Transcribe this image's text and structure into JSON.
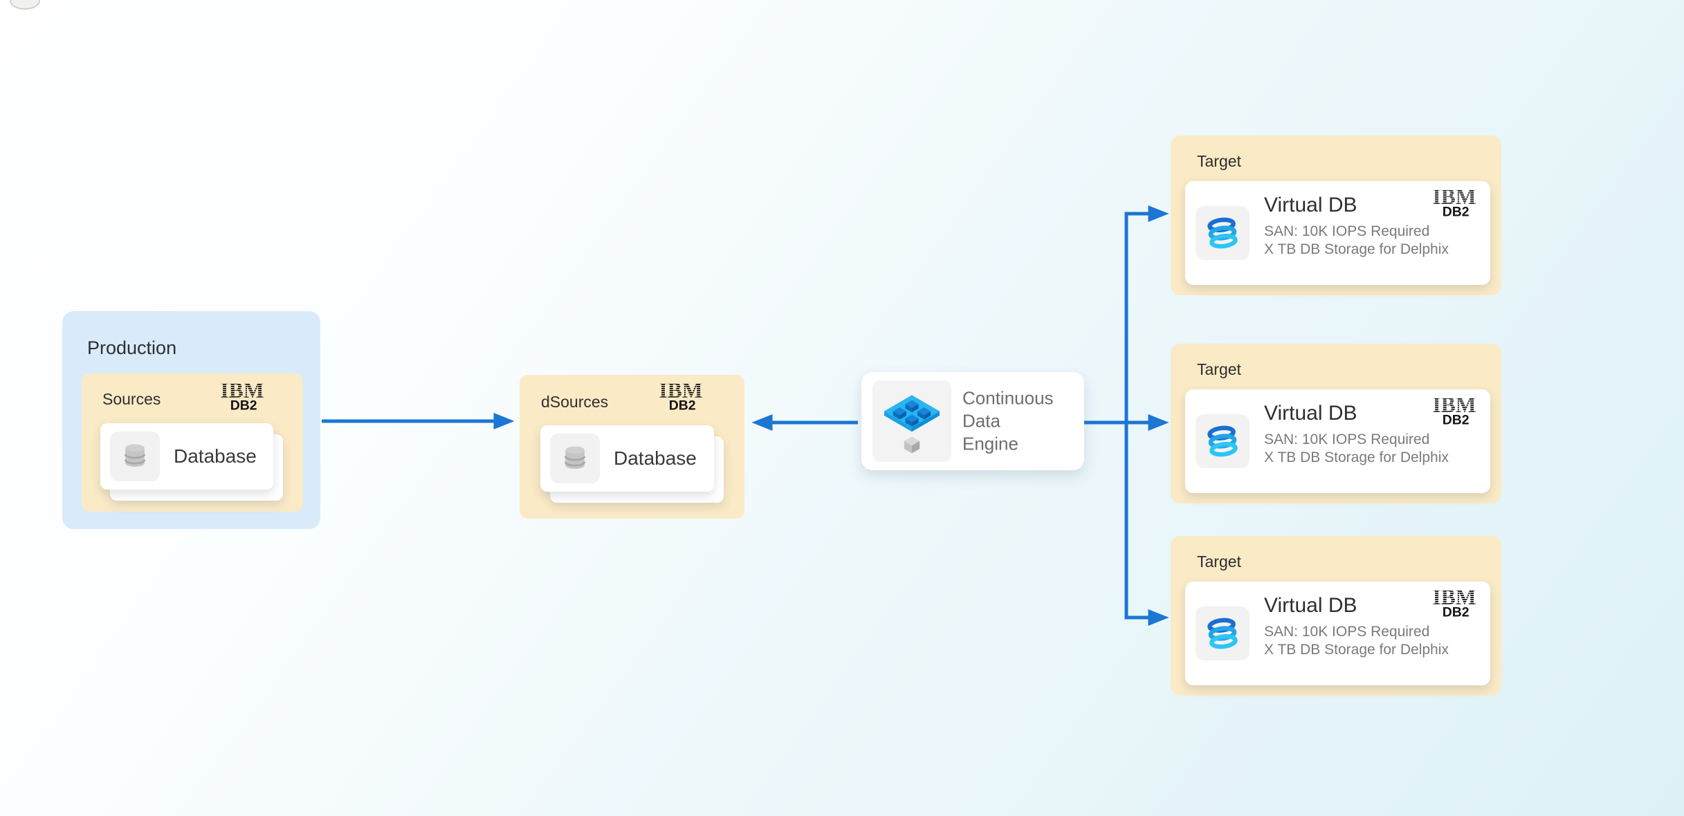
{
  "colors": {
    "arrow": "#1b76d4",
    "production_bg": "#d9eafb",
    "group_bg": "#faeac6",
    "card_bg": "#ffffff",
    "tile_bg": "#f2f2f2",
    "heading_text": "#2f2f2f",
    "muted_text": "#7a7a7a",
    "engine_text": "#6e6e6e",
    "ibm_text": "#141414"
  },
  "logo": {
    "ibm": "IBM",
    "db2": "DB2"
  },
  "production": {
    "label": "Production",
    "sources": {
      "label": "Sources",
      "database": {
        "label": "Database"
      }
    }
  },
  "dsources": {
    "label": "dSources",
    "database": {
      "label": "Database"
    }
  },
  "engine": {
    "lines": [
      "Continuous",
      "Data",
      "Engine"
    ]
  },
  "targets": [
    {
      "label": "Target",
      "title": "Virtual DB",
      "spec1": "SAN: 10K IOPS Required",
      "spec2": "X TB DB Storage for Delphix"
    },
    {
      "label": "Target",
      "title": "Virtual DB",
      "spec1": "SAN: 10K IOPS Required",
      "spec2": "X TB DB Storage for Delphix"
    },
    {
      "label": "Target",
      "title": "Virtual DB",
      "spec1": "SAN: 10K IOPS Required",
      "spec2": "X TB DB Storage for Delphix"
    }
  ]
}
